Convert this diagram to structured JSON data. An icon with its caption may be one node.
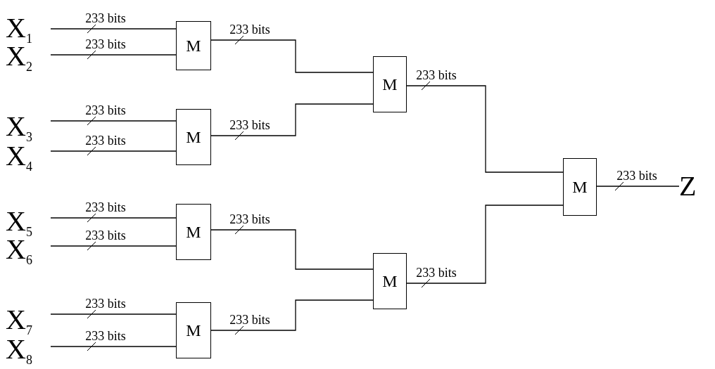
{
  "diagram": {
    "nodes": [
      {
        "text": [
          "X$_{1}$"
        ]
      },
      {
        "text": [
          "X$_{2}$"
        ]
      },
      {
        "text": [
          "M"
        ]
      },
      {
        "text": [
          "X$_{3}$"
        ]
      },
      {
        "text": [
          "X$_{4}$"
        ]
      },
      {
        "text": [
          "M"
        ]
      },
      {
        "text": [
          "M"
        ]
      },
      {
        "text": [
          "X$_{5}$"
        ]
      },
      {
        "text": [
          "X$_{6}$"
        ]
      },
      {
        "text": [
          "M"
        ]
      },
      {
        "text": [
          "X$_{7}$"
        ]
      },
      {
        "text": [
          "X$_{8}$"
        ]
      },
      {
        "text": [
          "M"
        ]
      },
      {
        "text": [
          "M"
        ]
      },
      {
        "text": [
          "M"
        ]
      },
      {
        "text": [
          "Z"
        ]
      }
    ],
    "edges": [
      {
        "from": 0,
        "to": 2,
        "arrow": "none",
        "label": "233 bits"
      },
      {
        "from": 1,
        "to": 2,
        "arrow": "none",
        "label": "233 bits"
      },
      {
        "from": 2,
        "to": 6,
        "arrow": "none",
        "label": "233 bits"
      },
      {
        "from": 3,
        "to": 5,
        "arrow": "none",
        "label": "233 bits"
      },
      {
        "from": 4,
        "to": 5,
        "arrow": "none",
        "label": "233 bits"
      },
      {
        "from": 5,
        "to": 6,
        "arrow": "none",
        "label": "233 bits"
      },
      {
        "from": 6,
        "to": 14,
        "arrow": "none",
        "label": "233 bits"
      },
      {
        "from": 7,
        "to": 9,
        "arrow": "none",
        "label": "233 bits"
      },
      {
        "from": 8,
        "to": 9,
        "arrow": "none",
        "label": "233 bits"
      },
      {
        "from": 9,
        "to": 13,
        "arrow": "none",
        "label": "233 bits"
      },
      {
        "from": 10,
        "to": 12,
        "arrow": "none",
        "label": "233 bits"
      },
      {
        "from": 11,
        "to": 12,
        "arrow": "none",
        "label": "233 bits"
      },
      {
        "from": 12,
        "to": 13,
        "arrow": "none",
        "label": "233 bits"
      },
      {
        "from": 13,
        "to": 14,
        "arrow": "none",
        "label": "233 bits"
      },
      {
        "from": 14,
        "to": 15,
        "arrow": "none",
        "label": "233 bits"
      }
    ]
  }
}
